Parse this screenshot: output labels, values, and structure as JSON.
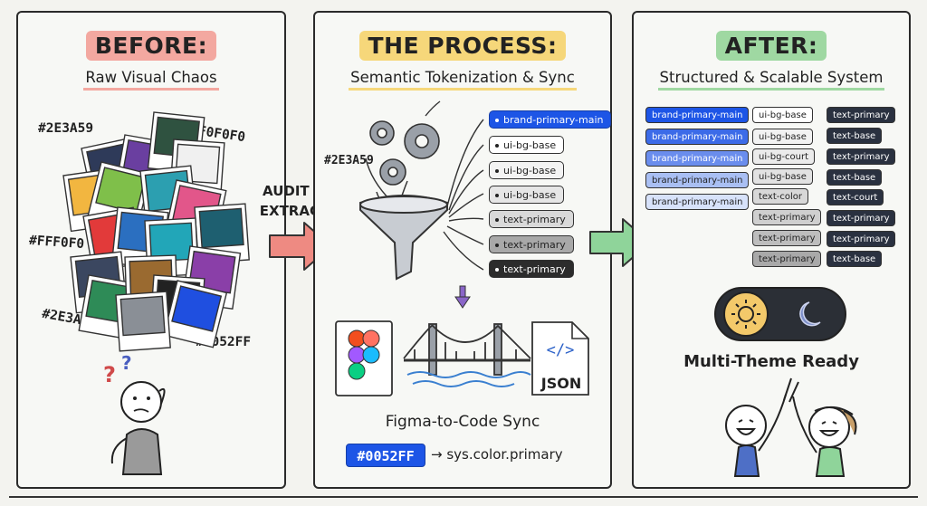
{
  "before": {
    "title": "BEFORE:",
    "subtitle": "Raw Visual Chaos",
    "hex_labels": [
      "#2E3A59",
      "#F0F0F0",
      "#FFF0F0",
      "#2E3A59",
      "#0052FF"
    ]
  },
  "process": {
    "title": "THE PROCESS:",
    "subtitle": "Semantic Tokenization & Sync",
    "hex_input": "#2E3A59",
    "tokens": [
      "brand-primary-main",
      "ui-bg-base",
      "ui-bg-base",
      "ui-bg-base",
      "text-primary",
      "text-primary",
      "text-primary"
    ],
    "sync_label": "Figma-to-Code Sync",
    "json_label": "JSON",
    "code_hex": "#0052FF",
    "code_token": "→ sys.color.primary"
  },
  "arrow_label": "AUDIT &\nEXTRACT",
  "after": {
    "title": "AFTER:",
    "subtitle": "Structured & Scalable System",
    "col1": [
      "brand-primary-main",
      "brand-primary-main",
      "brand-primary-main",
      "brand-primary-main",
      "brand-primary-main"
    ],
    "col2": [
      "ui-bg-base",
      "ui-bg-base",
      "ui-bg-court",
      "ui-bg-base",
      "text-color",
      "text-primary",
      "text-primary",
      "text-primary"
    ],
    "col3": [
      "text-primary",
      "text-base",
      "text-primary",
      "text-base",
      "text-court",
      "text-primary",
      "text-primary",
      "text-base"
    ],
    "theme_label": "Multi-Theme Ready"
  },
  "colors": {
    "before_highlight": "#f3a8a0",
    "process_highlight": "#f6d77a",
    "after_highlight": "#9fd8a2",
    "brand": "#1d55e6",
    "arrow_red": "#ee8a82",
    "arrow_green": "#8fd49a"
  },
  "icons": [
    "gear-icon",
    "funnel-icon",
    "figma-logo-icon",
    "bridge-icon",
    "json-file-icon",
    "sun-icon",
    "moon-icon"
  ]
}
